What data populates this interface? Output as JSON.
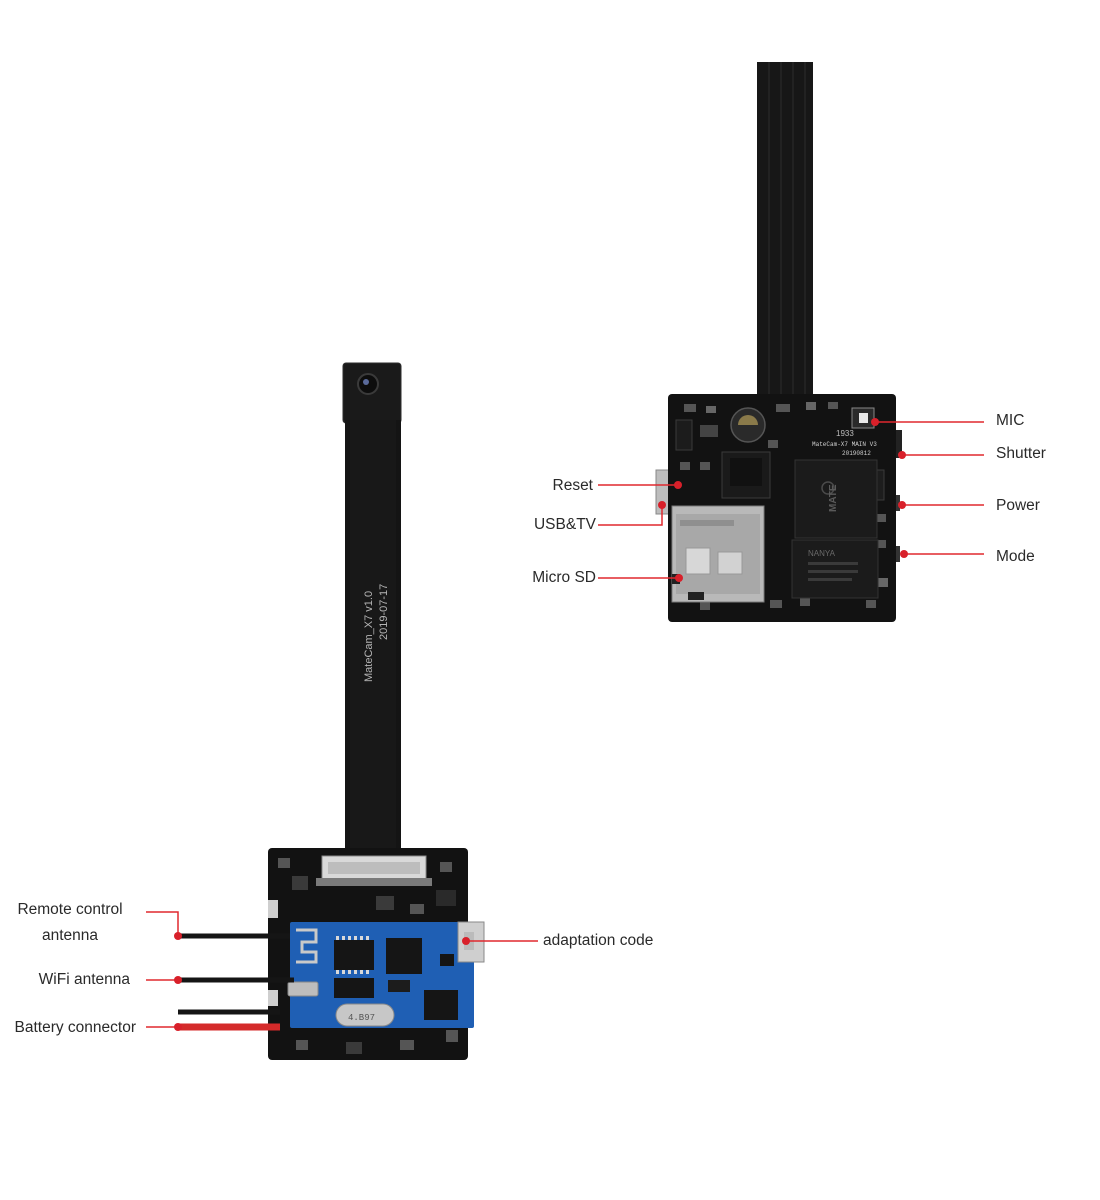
{
  "colors": {
    "board": "#121212",
    "cable": "#161616",
    "callout_line": "#e0282e",
    "callout_dot": "#d8202a",
    "module_blue": "#1f5fb4",
    "battery_red": "#d42a2a"
  },
  "main_board": {
    "chip_brand": "MATE",
    "board_text": "MateCam-X7 MAIN V3",
    "board_date": "20190812",
    "memory_brand": "NANYA",
    "component_code": "1933",
    "callouts": {
      "mic": "MIC",
      "shutter": "Shutter",
      "power": "Power",
      "mode": "Mode",
      "reset": "Reset",
      "usb_tv": "USB&TV",
      "micro_sd": "Micro SD"
    }
  },
  "camera_board": {
    "cable_text": "MateCam_X7  v1.0",
    "cable_date": "2019-07-17",
    "crystal_text": "4.B97",
    "callouts": {
      "remote_line1": "Remote control",
      "remote_line2": "antenna",
      "wifi": "WiFi antenna",
      "battery": "Battery connector",
      "adaptation": "adaptation code"
    }
  }
}
